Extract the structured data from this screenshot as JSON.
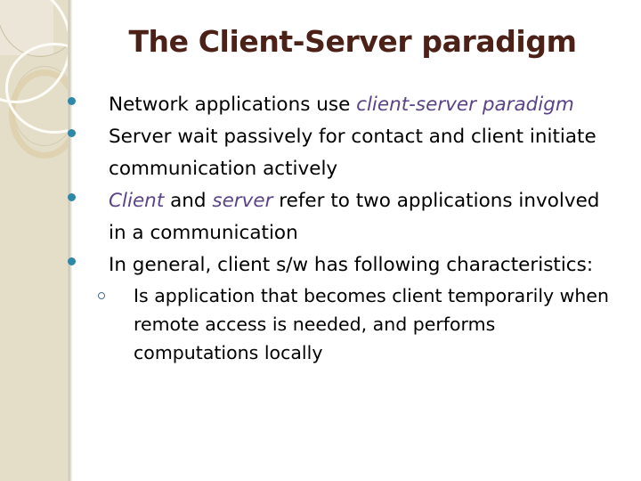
{
  "slide": {
    "title": "The Client-Server paradigm",
    "title_color": "#4c2118",
    "background_color": "#ffffff",
    "accent_band_color": "#e4dec9",
    "bullet_color": "#2f87a9",
    "emphasis_color": "#5b4387",
    "bullets": [
      {
        "marker": "filled-circle-bullet",
        "level": 1,
        "segments": [
          {
            "text": "Network applications use ",
            "style": "normal"
          },
          {
            "text": "client-server paradigm",
            "style": "italic-emphasis"
          }
        ],
        "plain": "Network applications use client-server paradigm"
      },
      {
        "marker": "filled-circle-bullet",
        "level": 1,
        "segments": [
          {
            "text": "Server wait passively for contact and client initiate communication actively",
            "style": "normal"
          }
        ],
        "plain": "Server wait passively for contact and client initiate communication actively"
      },
      {
        "marker": "filled-circle-bullet",
        "level": 1,
        "segments": [
          {
            "text": "Client",
            "style": "italic-emphasis"
          },
          {
            "text": " and ",
            "style": "normal"
          },
          {
            "text": "server",
            "style": "italic-emphasis"
          },
          {
            "text": " refer to two applications involved in a communication",
            "style": "normal"
          }
        ],
        "plain": "Client and server refer to two applications involved in a communication"
      },
      {
        "marker": "filled-circle-bullet",
        "level": 1,
        "segments": [
          {
            "text": "In general, client s/w has following characteristics:",
            "style": "normal"
          }
        ],
        "plain": "In general, client s/w has following characteristics:"
      },
      {
        "marker": "hollow-circle-bullet",
        "level": 2,
        "segments": [
          {
            "text": "Is application that becomes client temporarily when remote access is needed, and performs computations locally",
            "style": "normal"
          }
        ],
        "plain": "Is application that becomes client temporarily when remote access is needed, and performs computations locally"
      }
    ]
  }
}
